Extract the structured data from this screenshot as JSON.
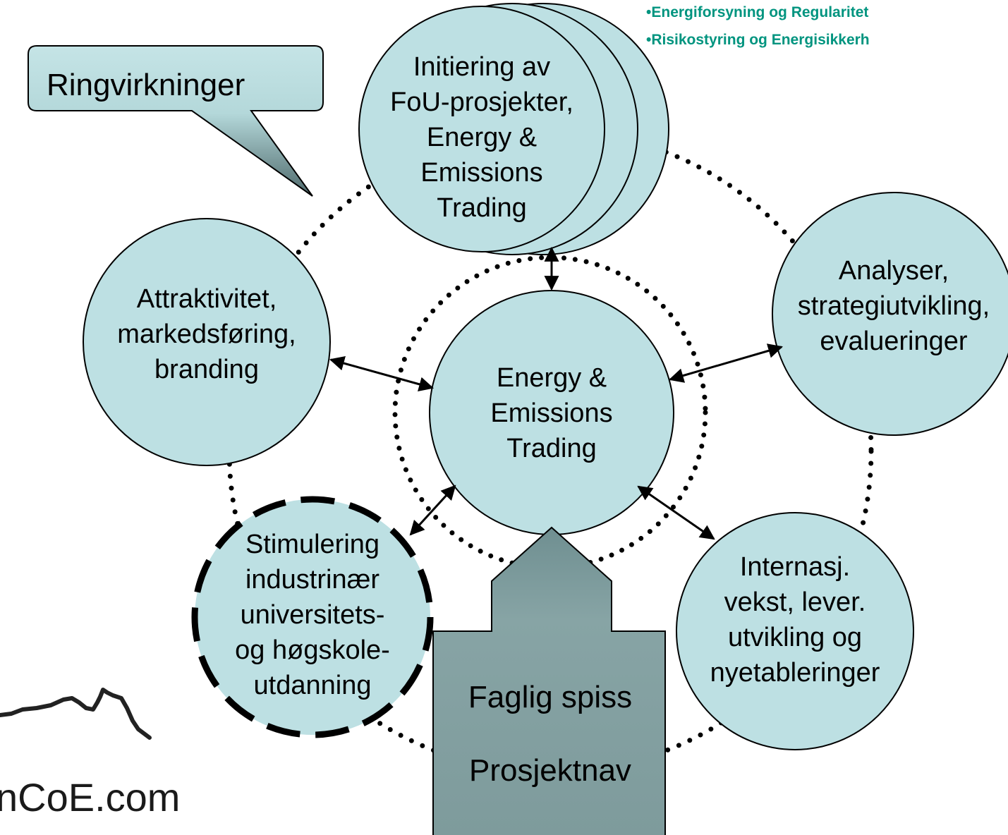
{
  "colors": {
    "node_fill": "#bde0e3",
    "stroke": "#000000",
    "arrow_fill": "#7c9a9b",
    "bullet_text": "#00947f"
  },
  "header_bullets": [
    "Energiforsyning og Regularitet",
    "Risikostyring og Energisikkerh"
  ],
  "callout": {
    "label": "Ringvirkninger"
  },
  "center": {
    "lines": [
      "Energy &",
      "Emissions",
      "Trading"
    ]
  },
  "nodes": {
    "top": {
      "lines": [
        "Initiering av",
        "FoU-prosjekter,",
        "Energy &",
        "Emissions",
        "Trading"
      ]
    },
    "left": {
      "lines": [
        "Attraktivitet,",
        "markedsføring,",
        "branding"
      ]
    },
    "right": {
      "lines": [
        "Analyser,",
        "strategiutvikling,",
        "evalueringer"
      ]
    },
    "bottom_left": {
      "lines": [
        "Stimulering",
        "industrinær",
        "universitets-",
        "og høgskole-",
        "utdanning"
      ]
    },
    "bottom_right": {
      "lines": [
        "Internasj.",
        "vekst, lever.",
        "utvikling og",
        "nyetableringer"
      ]
    }
  },
  "focus_arrow": {
    "line1": "Faglig spiss",
    "line2": "Prosjektnav"
  },
  "logo": {
    "text": "nCoE.com",
    "icon": "mountain-skyline-icon"
  }
}
